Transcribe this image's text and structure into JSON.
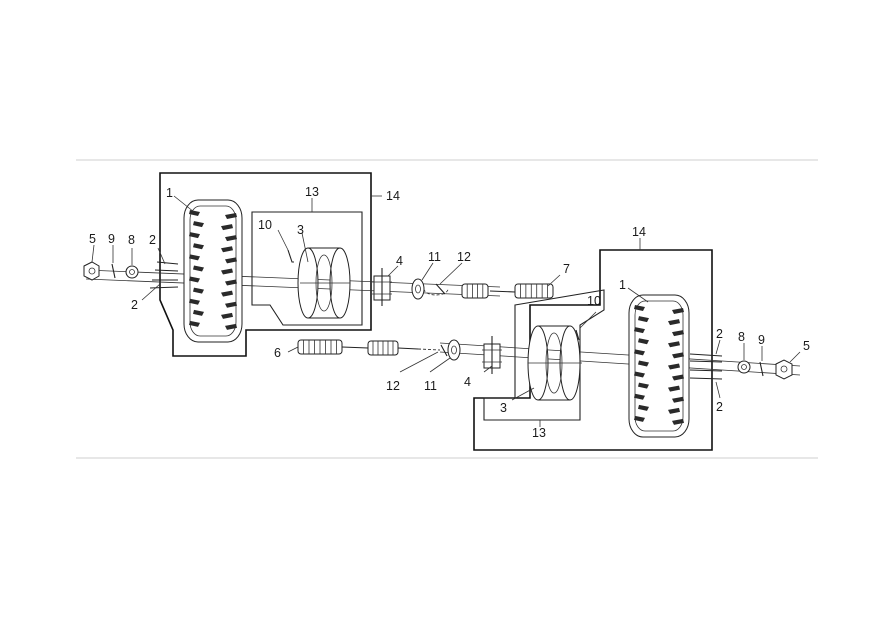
{
  "callouts": {
    "left": {
      "tire": "1",
      "bolts_upper": "2",
      "bolts_lower": "2",
      "rim": "3",
      "hub": "4",
      "nut": "5",
      "driveshaft": "6",
      "washer": "8",
      "pin": "9",
      "valve": "10",
      "bearing": "11",
      "circlip": "12",
      "rim_assembly": "13",
      "wheel_assembly": "14"
    },
    "right": {
      "tire": "1",
      "bolts_upper": "2",
      "bolts_lower": "2",
      "rim": "3",
      "hub": "4",
      "nut": "5",
      "driveshaft": "7",
      "washer": "8",
      "pin": "9",
      "valve": "10",
      "bearing": "11",
      "circlip": "12",
      "rim_assembly": "13",
      "wheel_assembly": "14"
    }
  }
}
